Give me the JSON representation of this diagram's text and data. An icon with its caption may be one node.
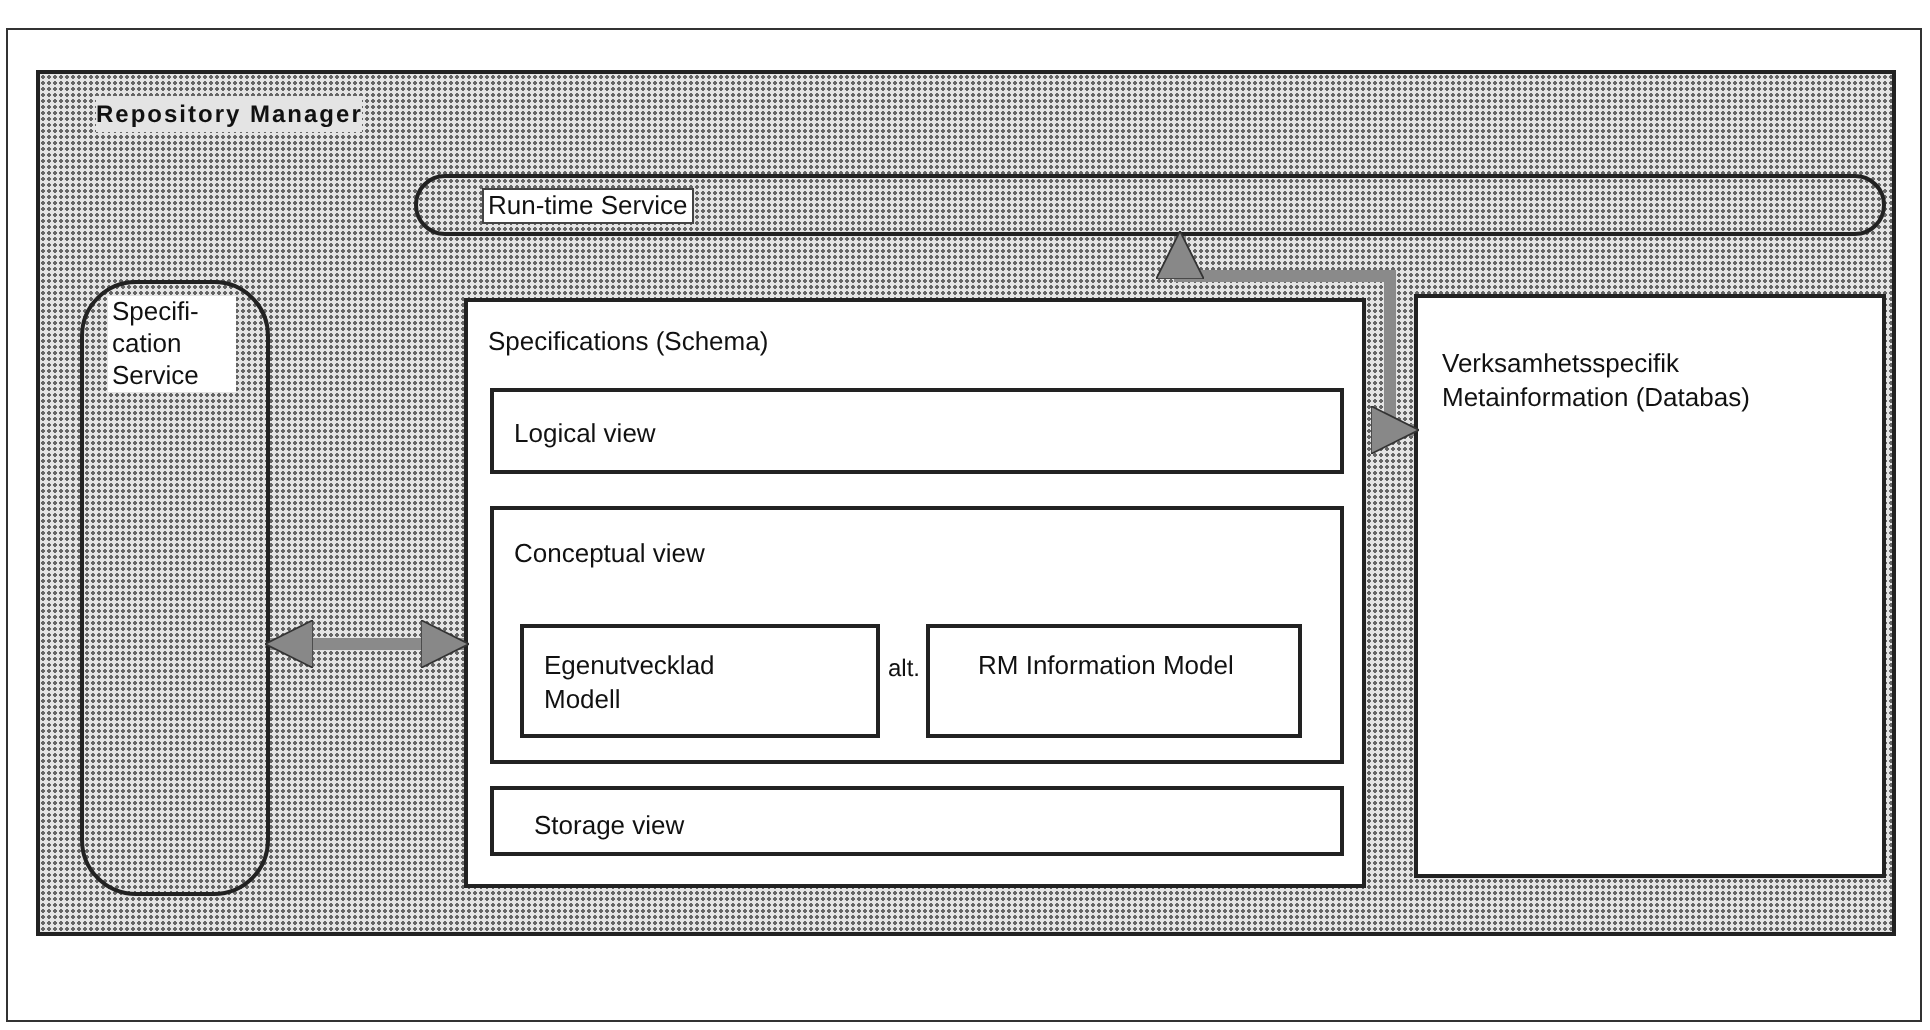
{
  "diagram": {
    "nodes": [
      {
        "text": [
          "Repository Manager"
        ]
      },
      {
        "text": [
          "Run-time Service"
        ],
        "in": 0
      },
      {
        "text": [
          "Specifi-cation Service"
        ],
        "in": 0
      },
      {
        "text": [
          "Specifications (Schema)"
        ],
        "in": 0
      },
      {
        "text": [
          "Logical view"
        ],
        "in": 3
      },
      {
        "text": [
          "Conceptual view"
        ],
        "in": 3
      },
      {
        "text": [
          "Egenutvecklad Modell"
        ],
        "in": 5
      },
      {
        "text": [
          "RM Information Model"
        ],
        "in": 5
      },
      {
        "text": [
          "Storage view"
        ],
        "in": 3
      },
      {
        "text": [
          "Verksamhetsspecifik Metainformation (Databas)"
        ],
        "in": 0
      }
    ],
    "edges": [
      {
        "from": 2,
        "to": 3,
        "arrow": "both"
      },
      {
        "from": 1,
        "to": 9,
        "arrow": "both"
      }
    ],
    "labels": [
      "alt."
    ]
  }
}
